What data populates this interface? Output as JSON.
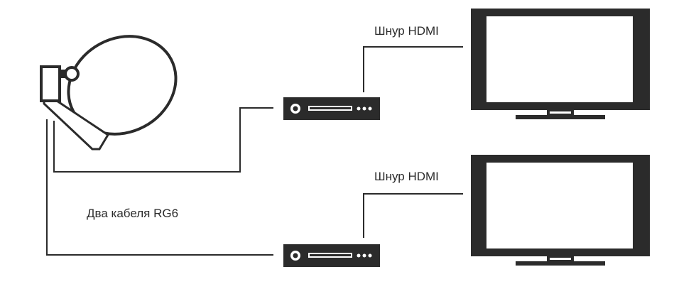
{
  "labels": {
    "hdmi_top": "Шнур HDMI",
    "hdmi_bottom": "Шнур HDMI",
    "cables": "Два кабеля RG6"
  },
  "colors": {
    "stroke": "#2b2b2b",
    "fill_dark": "#2b2b2b",
    "screen": "#ffffff",
    "background": "#ffffff"
  },
  "icons": [
    "satellite-dish-icon",
    "receiver-icon",
    "tv-icon"
  ]
}
